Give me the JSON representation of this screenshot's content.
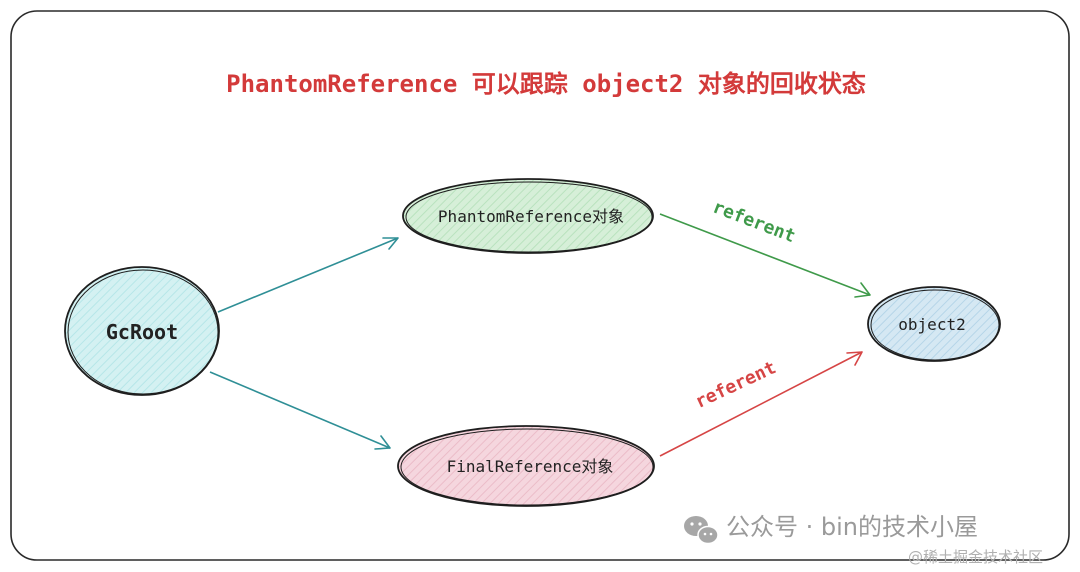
{
  "diagram": {
    "title": "PhantomReference 可以跟踪 object2 对象的回收状态",
    "nodes": {
      "gcroot": {
        "label": "GcRoot"
      },
      "phantom": {
        "label": "PhantomReference对象"
      },
      "final": {
        "label": "FinalReference对象"
      },
      "object2": {
        "label": "object2"
      }
    },
    "edges": {
      "phantom_to_object2": {
        "label": "referent"
      },
      "final_to_object2": {
        "label": "referent"
      }
    }
  },
  "watermark": {
    "line1": "公众号 · bin的技术小屋",
    "line2": "@稀土掘金技术社区"
  },
  "colors": {
    "title": "#d33a3a",
    "green_edge": "#3f9a4a",
    "red_edge": "#d64545",
    "teal_edge": "#2f8f96",
    "gcroot_fill": "#d4f1f2",
    "phantom_fill": "#d6efd8",
    "final_fill": "#f5d6de",
    "object2_fill": "#d5e8f3",
    "stroke": "#1e1e1e"
  }
}
